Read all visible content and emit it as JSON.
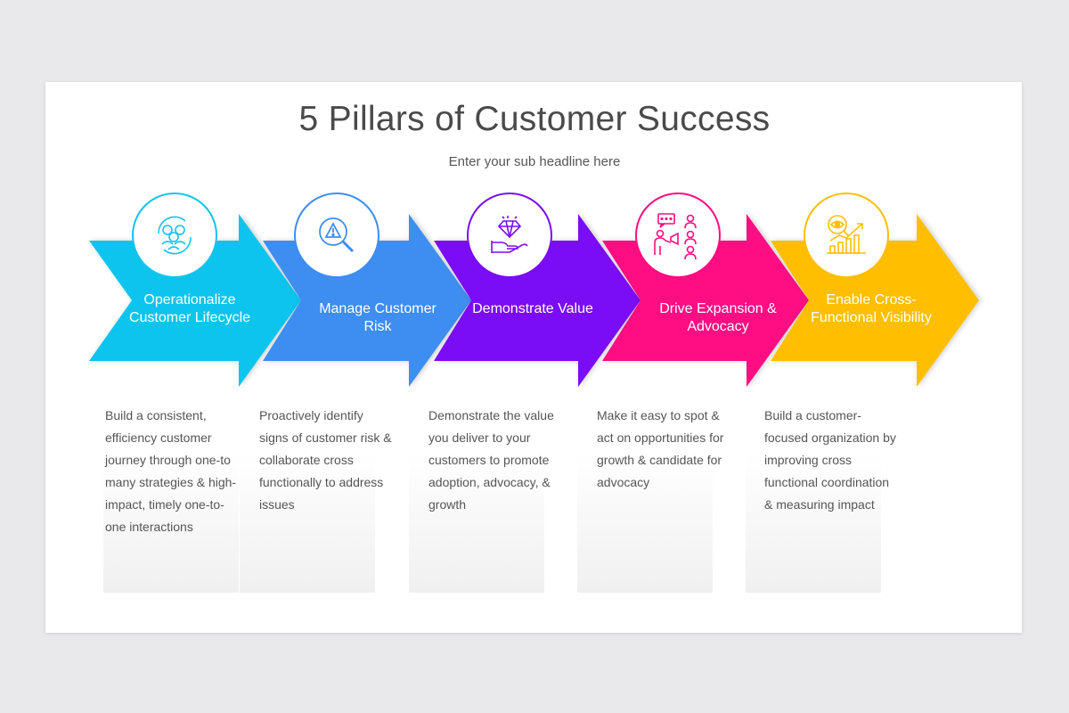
{
  "title": "5 Pillars of Customer Success",
  "subtitle": "Enter your sub headline here",
  "pillars": [
    {
      "label": "Operationalize Customer Lifecycle",
      "description": "Build a consistent, efficiency customer journey through one-to many strategies & high-impact, timely one-to-one interactions",
      "color": "#11c4ee",
      "icon": "customer-lifecycle-icon"
    },
    {
      "label": "Manage Customer Risk",
      "description": "Proactively identify signs of customer risk & collaborate cross functionally to address issues",
      "color": "#3d8ef0",
      "icon": "risk-magnifier-icon"
    },
    {
      "label": "Demonstrate Value",
      "description": "Demonstrate the value you deliver to your customers to promote adoption, advocacy, & growth",
      "color": "#7a0cf5",
      "icon": "diamond-hand-icon"
    },
    {
      "label": "Drive Expansion & Advocacy",
      "description": "Make it easy to spot & act on opportunities for growth & candidate for advocacy",
      "color": "#ff0b82",
      "icon": "megaphone-audience-icon"
    },
    {
      "label": "Enable Cross-Functional Visibility",
      "description": "Build a customer-focused organization by improving cross functional coordination & measuring impact",
      "color": "#ffbf00",
      "icon": "eye-growth-chart-icon"
    }
  ]
}
